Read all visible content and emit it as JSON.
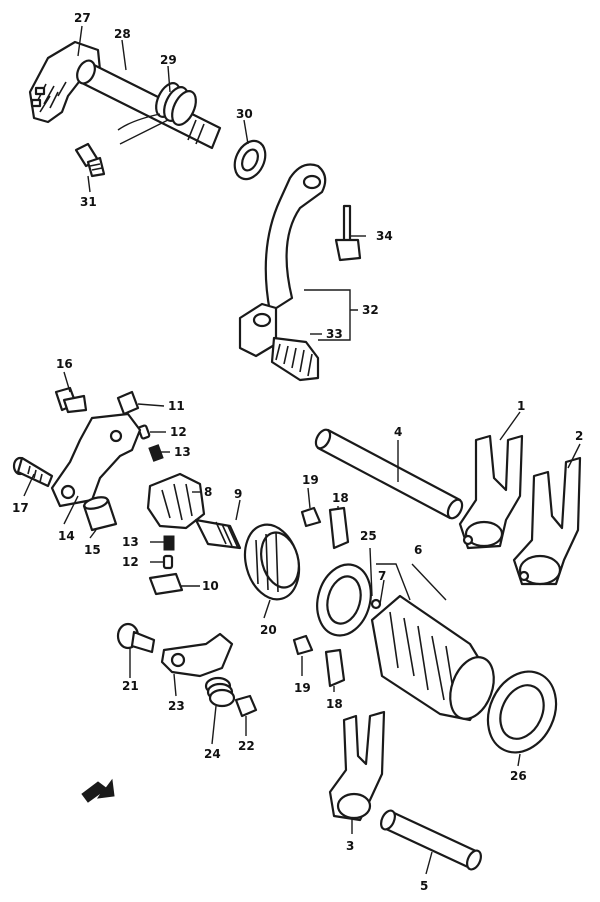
{
  "diagram": {
    "callouts": [
      "1",
      "2",
      "3",
      "4",
      "5",
      "6",
      "7",
      "8",
      "9",
      "10",
      "11",
      "12",
      "12",
      "13",
      "13",
      "14",
      "15",
      "16",
      "17",
      "18",
      "18",
      "19",
      "19",
      "20",
      "21",
      "22",
      "23",
      "24",
      "25",
      "26",
      "27",
      "28",
      "29",
      "30",
      "31",
      "32",
      "33",
      "34"
    ]
  }
}
